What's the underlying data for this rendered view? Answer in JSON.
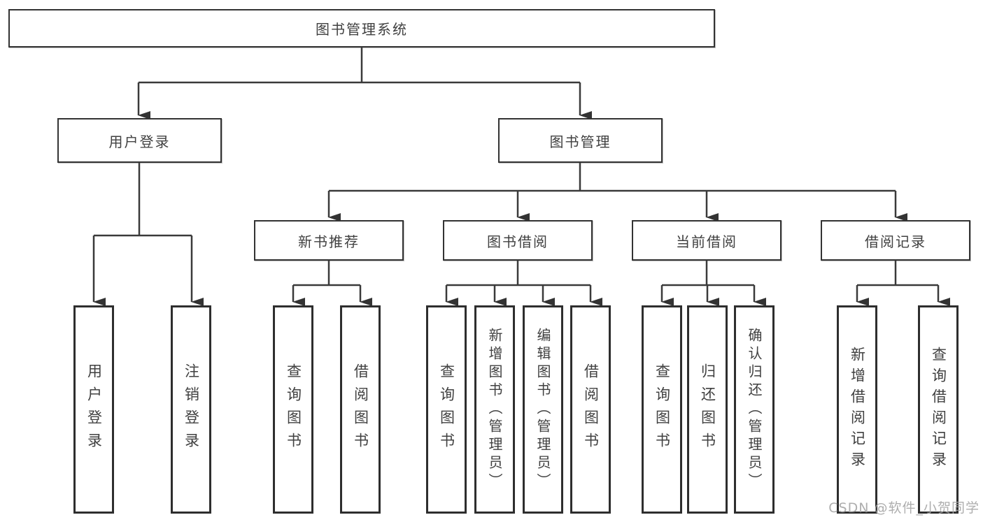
{
  "title": "图书管理系统",
  "watermark": "CSDN @软件_小贺同学",
  "colors": {
    "line": "#3a3a3a",
    "box_border": "#333333",
    "text": "#404040",
    "watermark": "#a5a5a5",
    "background": "#ffffff"
  },
  "nodes": {
    "root": "图书管理系统",
    "level1": {
      "user_login": "用户登录",
      "book_management": "图书管理"
    },
    "level2": {
      "new_book_recommend": "新书推荐",
      "book_borrow": "图书借阅",
      "current_borrow": "当前借阅",
      "borrow_records": "借阅记录"
    },
    "leaves": {
      "login": [
        "用户登录",
        "注销登录"
      ],
      "recommend": [
        "查询图书",
        "借阅图书"
      ],
      "borrow": [
        "查询图书",
        "新增图书（管理员）",
        "编辑图书（管理员）",
        "借阅图书"
      ],
      "current": [
        "查询图书",
        "归还图书",
        "确认归还（管理员）"
      ],
      "records": [
        "新增借阅记录",
        "查询借阅记录"
      ]
    }
  }
}
